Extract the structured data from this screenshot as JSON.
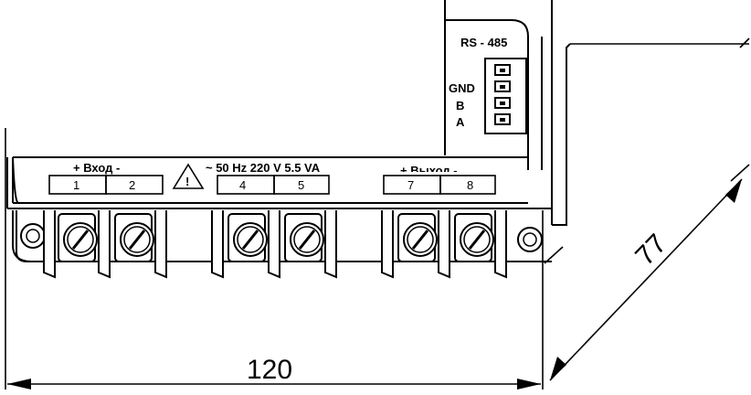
{
  "rs485": {
    "title": "RS - 485",
    "pins": [
      "GND",
      "B",
      "A"
    ]
  },
  "input_label": "+  Вход  -",
  "output_label": "+  Выход  -",
  "warning_symbol": "!",
  "power_spec": "~ 50 Hz  220 V  5.5 VA",
  "terminals": [
    "1",
    "2",
    "4",
    "5",
    "7",
    "8"
  ],
  "dimensions": {
    "width": "120",
    "depth": "77"
  }
}
